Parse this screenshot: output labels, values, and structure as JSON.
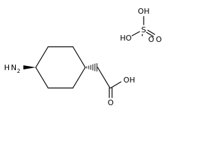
{
  "molecule": {
    "labels": {
      "amine_n": "N",
      "amine_h": "H",
      "amine_h_count": "2",
      "acid_oh": "OH",
      "acid_o": "O"
    }
  },
  "sulfuric_acid": {
    "labels": {
      "top_oh": "OH",
      "left_ho": "HO",
      "sulfur": "S",
      "o_right": "O",
      "o_down": "O"
    }
  }
}
